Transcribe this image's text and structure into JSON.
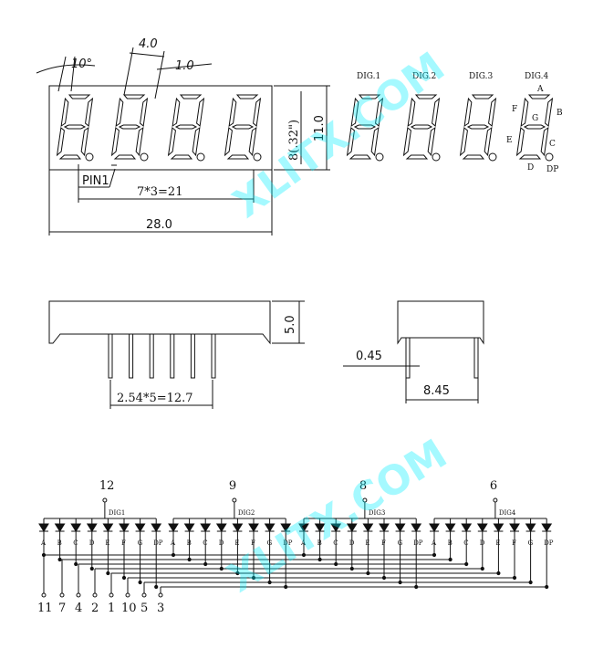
{
  "top_view": {
    "angle_label": "10°",
    "width_4": "4.0",
    "gap_1": "1.0",
    "height_11": "11.0",
    "digit_height": "8(.32\")",
    "pin1_label": "PIN1",
    "pitch_label": "7*3=21",
    "total_width": "28.0"
  },
  "digit_labels": {
    "dig1": "DIG.1",
    "dig2": "DIG.2",
    "dig3": "DIG.3",
    "dig4": "DIG.4",
    "seg_a": "A",
    "seg_b": "B",
    "seg_c": "C",
    "seg_d": "D",
    "seg_e": "E",
    "seg_f": "F",
    "seg_g": "G",
    "seg_dp": "DP"
  },
  "side_view": {
    "height_5": "5.0",
    "pin_pitch": "2.54*5=12.7",
    "pin_width": "0.45",
    "depth": "8.45"
  },
  "schematic": {
    "common_pins": [
      "12",
      "9",
      "8",
      "6"
    ],
    "digit_names": [
      "DIG1",
      "DIG2",
      "DIG3",
      "DIG4"
    ],
    "segment_letters": [
      "A",
      "B",
      "C",
      "D",
      "E",
      "F",
      "G",
      "DP"
    ],
    "bottom_pins": [
      "11",
      "7",
      "4",
      "2",
      "1",
      "10",
      "5",
      "3"
    ]
  },
  "watermark": "XLITX.COM"
}
